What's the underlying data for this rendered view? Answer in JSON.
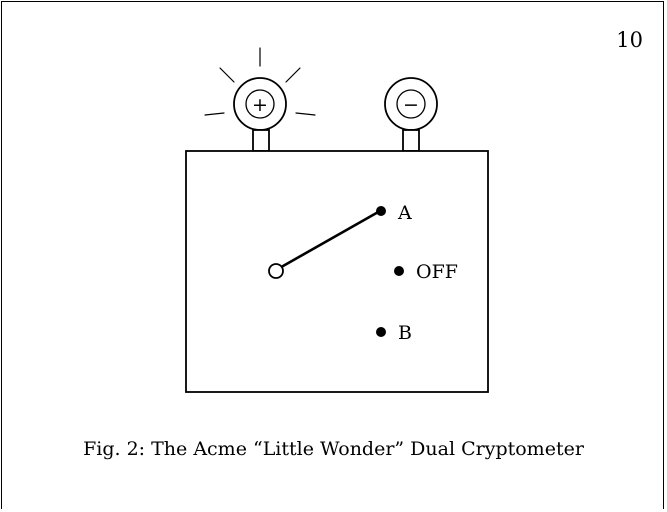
{
  "page": {
    "number": "10"
  },
  "device": {
    "terminals": [
      {
        "id": "positive",
        "symbol": "+",
        "lit": true
      },
      {
        "id": "negative",
        "symbol": "−",
        "lit": false
      }
    ],
    "switch": {
      "positions": [
        "A",
        "OFF",
        "B"
      ],
      "selected": "A"
    }
  },
  "caption": "Fig. 2: The Acme “Little Wonder” Dual Cryptometer"
}
